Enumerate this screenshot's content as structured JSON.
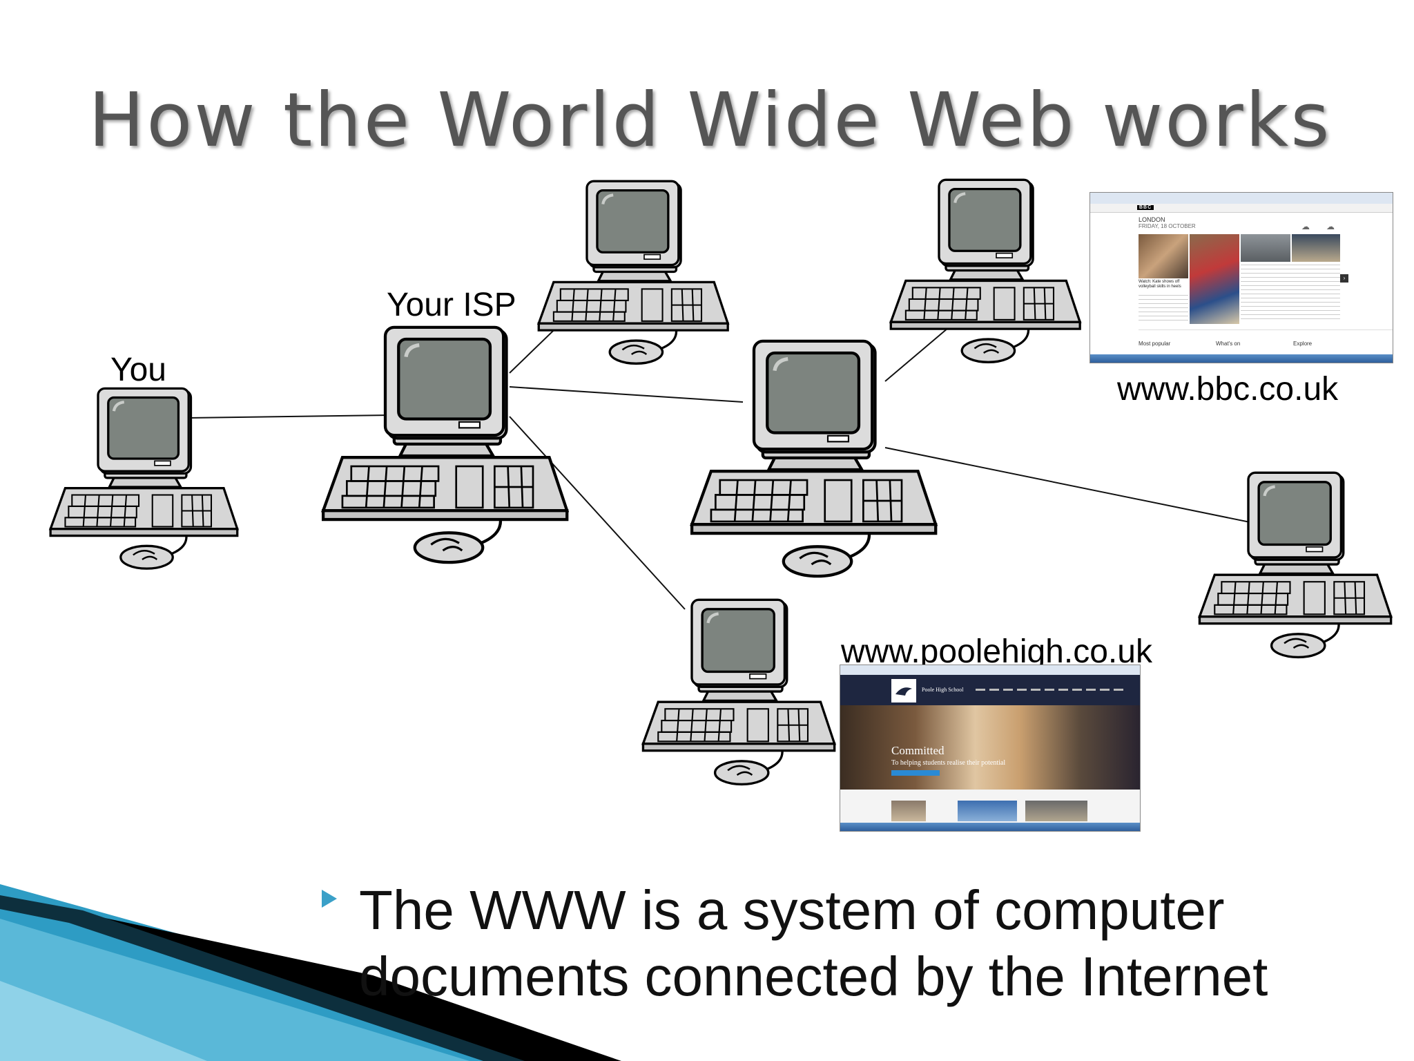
{
  "slide": {
    "title": "How the World Wide Web works",
    "labels": {
      "you": "You",
      "isp": "Your ISP",
      "bbc_url": "www.bbc.co.uk",
      "poole_url": "www.poolehigh.co.uk"
    },
    "bullet": {
      "line1": "The WWW is a system of computer",
      "line2": "documents connected by the Internet"
    }
  },
  "bbc_screenshot": {
    "logo": "BBC",
    "city": "LONDON",
    "date": "FRIDAY, 18 OCTOBER",
    "headline": "Watch: Kate shows off volleyball skills in heels",
    "tabs": [
      "Most popular",
      "What's on",
      "Explore"
    ]
  },
  "poole_screenshot": {
    "school": "Poole High School",
    "hero_title": "Committed",
    "hero_sub": "To helping students realise their potential"
  },
  "colors": {
    "accent": "#3aa0c8",
    "title": "#555555",
    "screen": "#7d847f",
    "body": "#d4d4d4"
  }
}
